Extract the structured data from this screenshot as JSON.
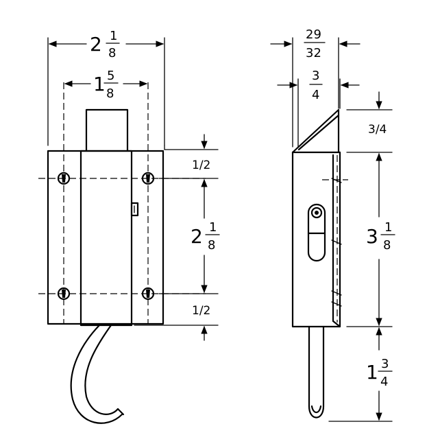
{
  "front_view": {
    "overall_width": {
      "whole": "2",
      "num": "1",
      "den": "8"
    },
    "hole_spacing_width": {
      "whole": "1",
      "num": "5",
      "den": "8"
    },
    "top_margin": "1/2",
    "hole_spacing_height": {
      "whole": "2",
      "num": "1",
      "den": "8"
    },
    "bottom_margin": "1/2"
  },
  "side_view": {
    "overall_depth": {
      "num": "29",
      "den": "32"
    },
    "bolt_depth": {
      "num": "3",
      "den": "4"
    },
    "bevel_height": "3/4",
    "body_height": {
      "whole": "3",
      "num": "1",
      "den": "8"
    },
    "rod_extension": {
      "whole": "1",
      "num": "3",
      "den": "4"
    }
  }
}
